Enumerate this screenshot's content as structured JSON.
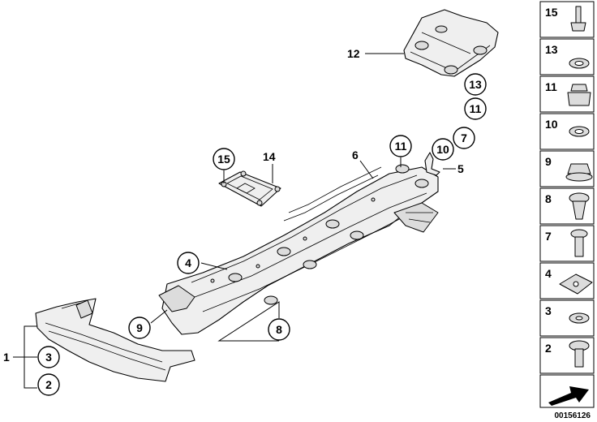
{
  "callouts": {
    "c1": "1",
    "c2": "2",
    "c3": "3",
    "c4": "4",
    "c5": "5",
    "c6": "6",
    "c7": "7",
    "c8": "8",
    "c9": "9",
    "c10": "10",
    "c11a": "11",
    "c11b": "11",
    "c12": "12",
    "c13": "13",
    "c14": "14",
    "c15": "15"
  },
  "legend": {
    "items": [
      "15",
      "13",
      "11",
      "10",
      "9",
      "8",
      "7",
      "4",
      "3",
      "2"
    ]
  },
  "diagram_code": "00156126"
}
